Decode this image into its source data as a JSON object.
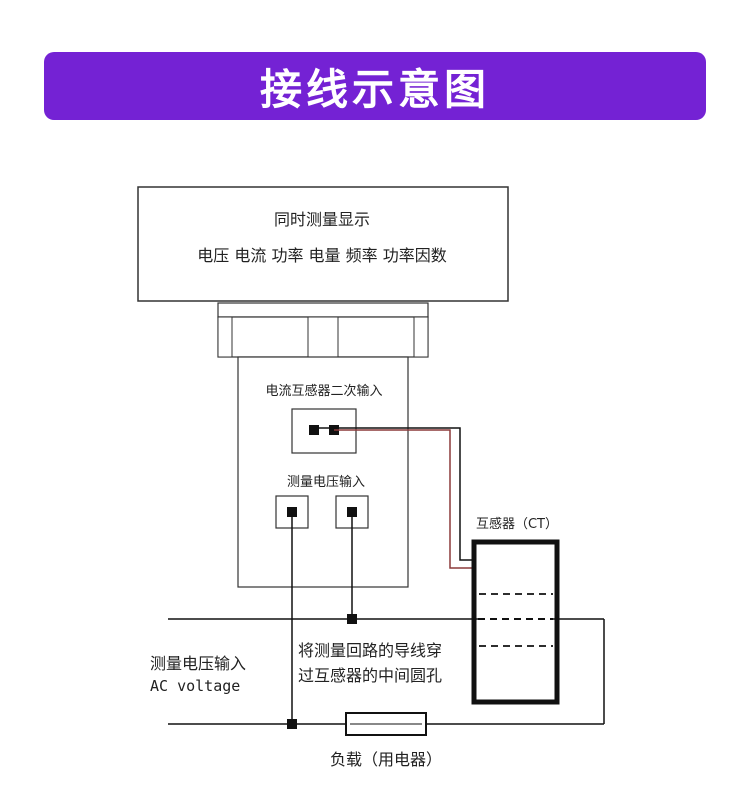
{
  "banner": {
    "title": "接线示意图"
  },
  "meter": {
    "display_line1": "同时测量显示",
    "display_line2": "电压  电流  功率  电量  频率  功率因数",
    "ct_input_label": "电流互感器二次输入",
    "voltage_input_label": "测量电压输入"
  },
  "ct": {
    "label": "互感器（CT）"
  },
  "instruction": {
    "line1": "将测量回路的导线穿",
    "line2": "过互感器的中间圆孔"
  },
  "ac_input": {
    "label_cn": "测量电压输入",
    "label_en": "AC voltage"
  },
  "load": {
    "label": "负载（用电器）"
  },
  "colors": {
    "banner": "#7422d4",
    "line": "#111111",
    "ct_wire": "#8b3a3a"
  }
}
